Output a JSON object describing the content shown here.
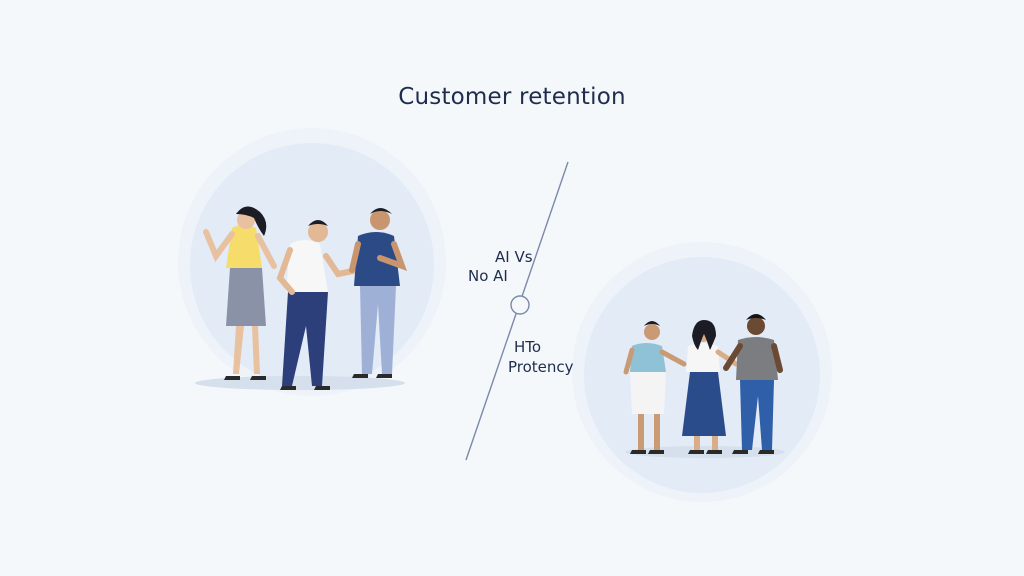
{
  "title": "Customer retention",
  "divider": {
    "left_label_line1": "AI Vs",
    "left_label_line2": "No AI",
    "right_label_line1": "HTo",
    "right_label_line2": "Protency"
  },
  "colors": {
    "background": "#f4f8fb",
    "circle_fill": "#e2ebf6",
    "text": "#1f2d4d",
    "line": "#7a8aa8"
  }
}
